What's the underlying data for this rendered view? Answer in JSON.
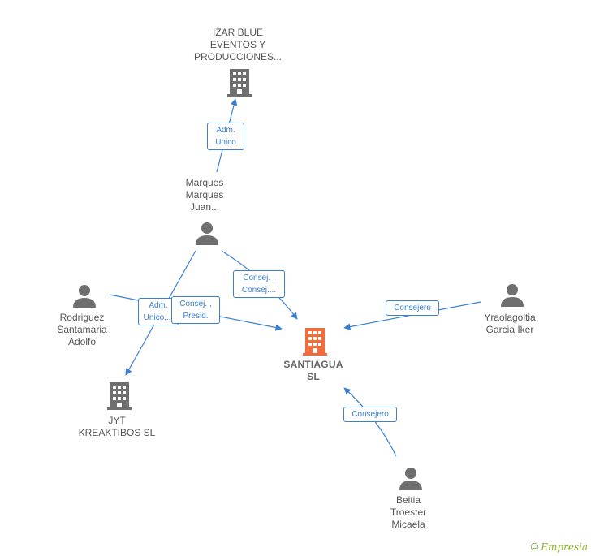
{
  "nodes": {
    "izar": {
      "lines": [
        "IZAR BLUE",
        "EVENTOS Y",
        "PRODUCCIONES..."
      ]
    },
    "marques": {
      "lines": [
        "Marques",
        "Marques",
        "Juan..."
      ]
    },
    "rodriguez": {
      "lines": [
        "Rodriguez",
        "Santamaria",
        "Adolfo"
      ]
    },
    "jyt": {
      "lines": [
        "JYT",
        "KREAKTIBOS SL"
      ]
    },
    "santiagua": {
      "lines": [
        "SANTIAGUA",
        "SL"
      ]
    },
    "yraolagoitia": {
      "lines": [
        "Yraolagoitia",
        "Garcia Iker"
      ]
    },
    "beitia": {
      "lines": [
        "Beitia",
        "Troester",
        "Micaela"
      ]
    }
  },
  "edge_labels": {
    "adm_unico_top": [
      "Adm.",
      "Unico"
    ],
    "consej_consej": [
      "Consej. ,",
      "Consej...."
    ],
    "adm_unico_left": [
      "Adm.",
      "Unico,..."
    ],
    "consej_presid": [
      "Consej. ,",
      "Presid."
    ],
    "consejero_right": [
      "Consejero"
    ],
    "consejero_bottom": [
      "Consejero"
    ]
  },
  "colors": {
    "edge": "#3a7fd5",
    "icon_gray": "#6f6f6f",
    "icon_highlight": "#f26b3a"
  },
  "footer": {
    "copy": "©",
    "brand": "Empresia"
  }
}
